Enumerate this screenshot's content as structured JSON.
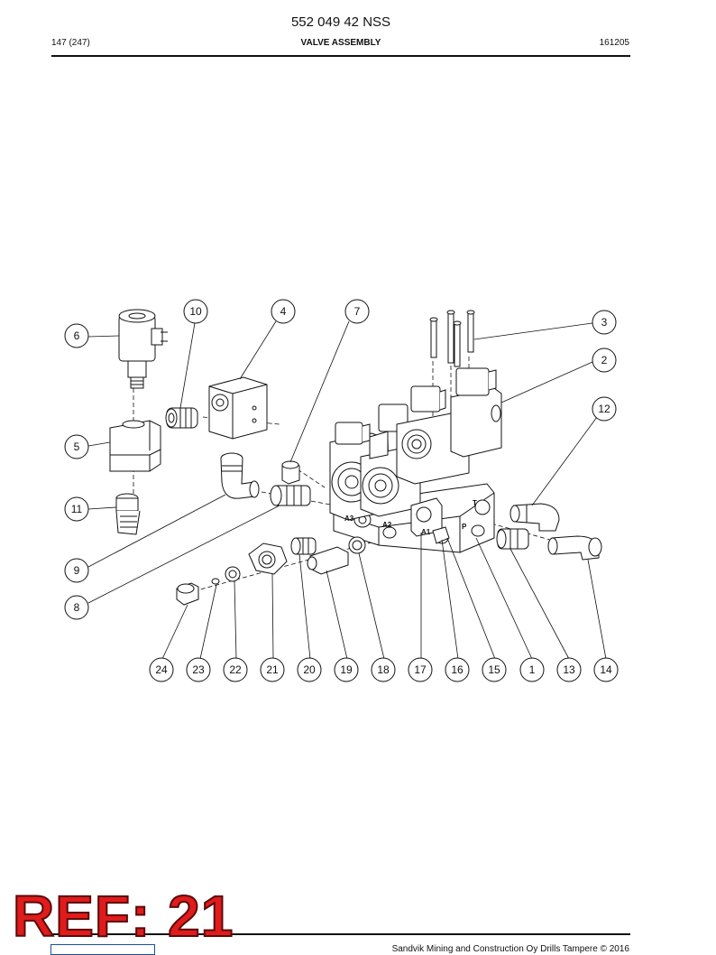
{
  "header": {
    "doc_number": "552 049 42 NSS",
    "page": "147 (247)",
    "title": "VALVE ASSEMBLY",
    "date": "161205"
  },
  "stamp": {
    "text": "REF: 21"
  },
  "footer": {
    "copyright": "Sandvik Mining and Construction Oy Drills Tampere © 2016"
  },
  "drawing": {
    "callouts": [
      "1",
      "2",
      "3",
      "4",
      "5",
      "6",
      "7",
      "8",
      "9",
      "10",
      "11",
      "12",
      "13",
      "14",
      "15",
      "16",
      "17",
      "18",
      "19",
      "20",
      "21",
      "22",
      "23",
      "24"
    ],
    "port_labels": [
      "A3",
      "A2",
      "A1",
      "P",
      "T"
    ]
  }
}
